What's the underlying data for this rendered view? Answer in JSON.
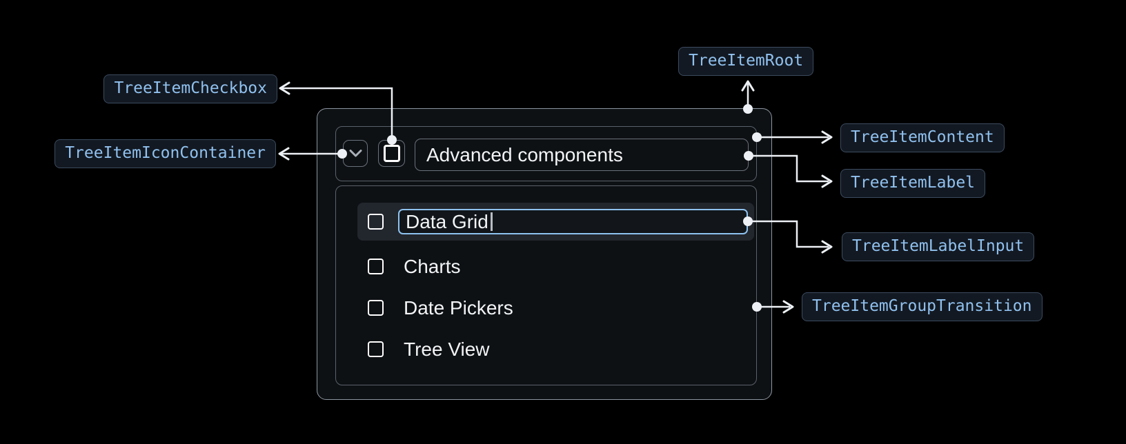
{
  "diagram": {
    "anatomy_labels": {
      "root": "TreeItemRoot",
      "content": "TreeItemContent",
      "label": "TreeItemLabel",
      "label_input": "TreeItemLabelInput",
      "group_transition": "TreeItemGroupTransition",
      "checkbox": "TreeItemCheckbox",
      "icon_container": "TreeItemIconContainer"
    },
    "icons": {
      "expand": "chevron-down-icon",
      "checkbox": "checkbox-unchecked-icon"
    },
    "colors": {
      "badge_text": "#90c1ef",
      "badge_border": "#3c4b5f",
      "badge_bg": "#131922",
      "connector": "#edf1f5",
      "panel_border": "#8e97a1",
      "inner_border": "#5a626c",
      "input_accent": "#8ec3f1",
      "row_highlight_bg": "#22262d"
    }
  },
  "tree": {
    "parent": {
      "label": "Advanced components",
      "expanded": true,
      "checked": false
    },
    "label_input": {
      "value": "Data Grid"
    },
    "children": [
      {
        "label": "Data Grid",
        "editing": true,
        "checked": false
      },
      {
        "label": "Charts",
        "checked": false
      },
      {
        "label": "Date Pickers",
        "checked": false
      },
      {
        "label": "Tree View",
        "checked": false
      }
    ]
  }
}
